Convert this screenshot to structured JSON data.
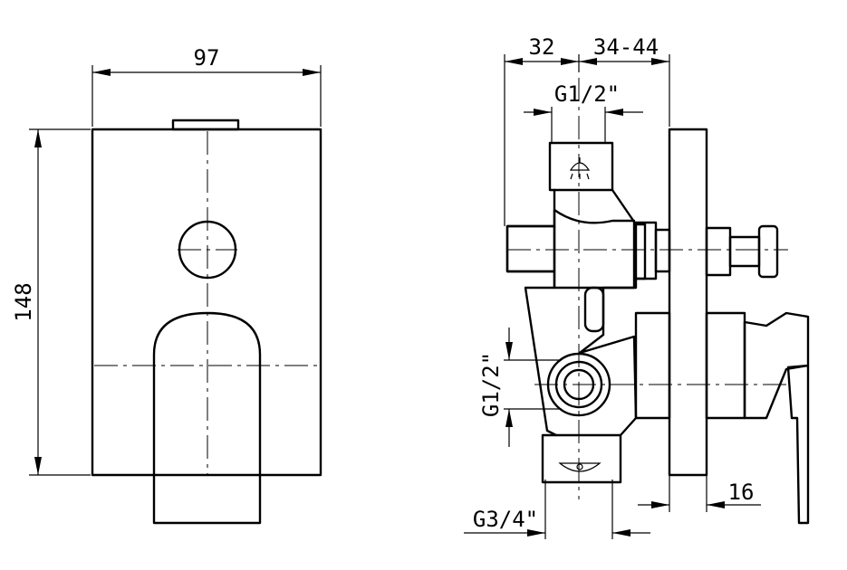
{
  "dimensions": {
    "width": "97",
    "height": "148",
    "offset_front": "32",
    "offset_back": "34-44",
    "thread_top": "G1/2\"",
    "thread_side": "G1/2\"",
    "thread_bottom": "G3/4\"",
    "depth_handle": "16"
  },
  "icons": {
    "top_outlet": "shower-head-icon",
    "bottom_outlet": "spout-icon"
  }
}
